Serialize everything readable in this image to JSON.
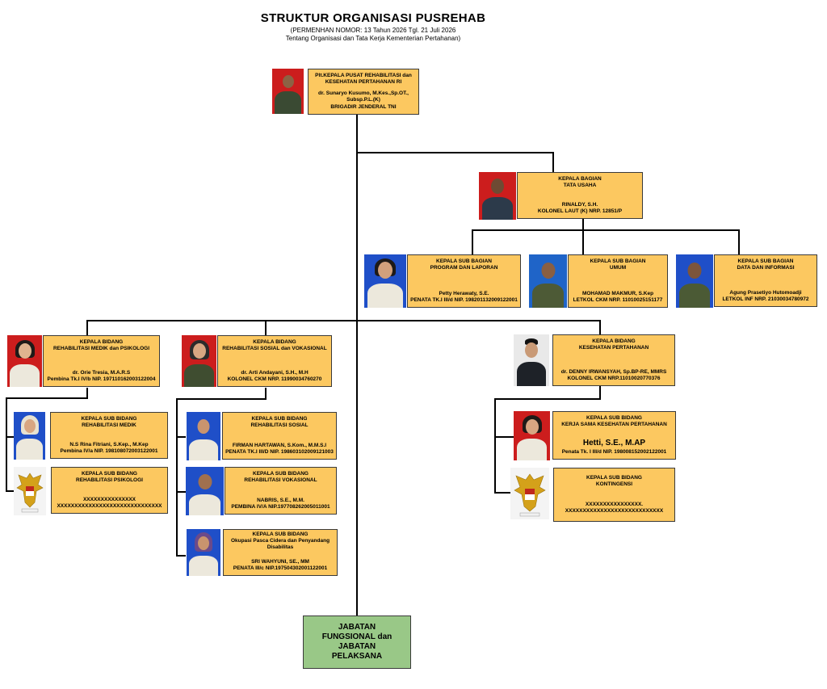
{
  "header": {
    "title": "STRUKTUR ORGANISASI PUSREHAB",
    "subtitle1": "(PERMENHAN NOMOR: 13 Tahun 2026 Tgl. 21 Juli 2026",
    "subtitle2": "Tentang Organisasi dan Tata Kerja Kementerian Pertahanan)"
  },
  "head": {
    "line1": "Plt.KEPALA PUSAT REHABILITASI dan",
    "line2": "KESEHATAN PERTAHANAN RI",
    "name1": "dr. Sunaryo Kusumo, M.Kes.,Sp.OT.,",
    "name2": "Subsp.P.L.(K)",
    "rank": "BRIGADIR JENDERAL TNI"
  },
  "tata_usaha": {
    "line1": "KEPALA BAGIAN",
    "line2": "TATA USAHA",
    "name": "RINALDY, S.H.",
    "rank": "KOLONEL LAUT (K) NRP. 12851/P"
  },
  "program": {
    "line1": "KEPALA SUB BAGIAN",
    "line2": "PROGRAM DAN LAPORAN",
    "name": "Petty Herawaty, S.E.",
    "rank": "PENATA TK.I III/d NIP. 198201132009122001"
  },
  "umum": {
    "line1": "KEPALA SUB BAGIAN",
    "line2": "UMUM",
    "name": "MOHAMAD MAKMUR, S.Kep",
    "rank": "LETKOL CKM NRP. 11010025151177"
  },
  "data_info": {
    "line1": "KEPALA SUB BAGIAN",
    "line2": "DATA DAN INFORMASI",
    "name": "Agung Prasetiyo Hutomoadji",
    "rank": "LETKOL INF NRP. 21030034780972"
  },
  "medik_psikologi": {
    "line1": "KEPALA BIDANG",
    "line2": "REHABILITASI MEDIK dan PSIKOLOGI",
    "name": "dr. Orie Tresia, M.A.R.S",
    "rank": "Pembina Tk.I IV/b NIP. 197110162003122004"
  },
  "sosial_vokasional": {
    "line1": "KEPALA BIDANG",
    "line2": "REHABILITASI SOSIAL dan VOKASIONAL",
    "name": "dr. Arti Andayani, S.H., M.H",
    "rank": "KOLONEL CKM NRP. 11990034760270"
  },
  "kesehatan_pertahanan": {
    "line1": "KEPALA BIDANG",
    "line2": "KESEHATAN PERTAHANAN",
    "name": "dr. DENNY IRWANSYAH, Sp.BP-RE, MMRS",
    "rank": "KOLONEL CKM NRP.11010020770376"
  },
  "rehab_medik": {
    "line1": "KEPALA SUB BIDANG",
    "line2": "REHABILITASI MEDIK",
    "name": "N.S Rina Fitriani, S.Kep., M.Kep",
    "rank": "Pembina IV/a NIP. 198108072003122001"
  },
  "rehab_psikologi": {
    "line1": "KEPALA SUB BIDANG",
    "line2": "REHABILITASI PSIKOLOGI",
    "name": "XXXXXXXXXXXXXXX",
    "rank": "XXXXXXXXXXXXXXXXXXXXXXXXXXXXXX"
  },
  "rehab_sosial": {
    "line1": "KEPALA SUB BIDANG",
    "line2": "REHABILITASI SOSIAL",
    "name": "FIRMAN HARTAWAN, S.Kom., M.M.S.I",
    "rank": "PENATA TK.I III/D NIP. 198603102009121003"
  },
  "rehab_vokasional": {
    "line1": "KEPALA SUB BIDANG",
    "line2": "REHABILITASI VOKASIONAL",
    "name": "NABRIS, S.E., M.M.",
    "rank": "PEMBINA IV/A NIP.197708262005011001"
  },
  "okupasi": {
    "line1": "KEPALA SUB BIDANG",
    "line2": "Okupasi Pasca Cidera dan Penyandang",
    "line3": "Disabilitas",
    "name": "SRI WAHYUNI, SE., MM",
    "rank": "PENATA III/c NIP.197504302001122001"
  },
  "kerja_sama": {
    "line1": "KEPALA SUB BIDANG",
    "line2": "KERJA SAMA KESEHATAN PERTAHANAN",
    "name": "Hetti, S.E., M.AP",
    "rank": "Penata Tk. I III/d NIP. 198008152002122001"
  },
  "kontingensi": {
    "line1": "KEPALA SUB BIDANG",
    "line2": "KONTINGENSI",
    "name": "XXXXXXXXXXXXXXXX.",
    "rank": "XXXXXXXXXXXXXXXXXXXXXXXXXXXX"
  },
  "fungsional": {
    "line1": "JABATAN",
    "line2": "FUNGSIONAL dan JABATAN",
    "line3": "PELAKSANA"
  },
  "colors": {
    "box": "#fcc860",
    "green_box": "#99c887",
    "red_bg": "#cc1d1d",
    "blue_bg": "#1f4fc8"
  }
}
